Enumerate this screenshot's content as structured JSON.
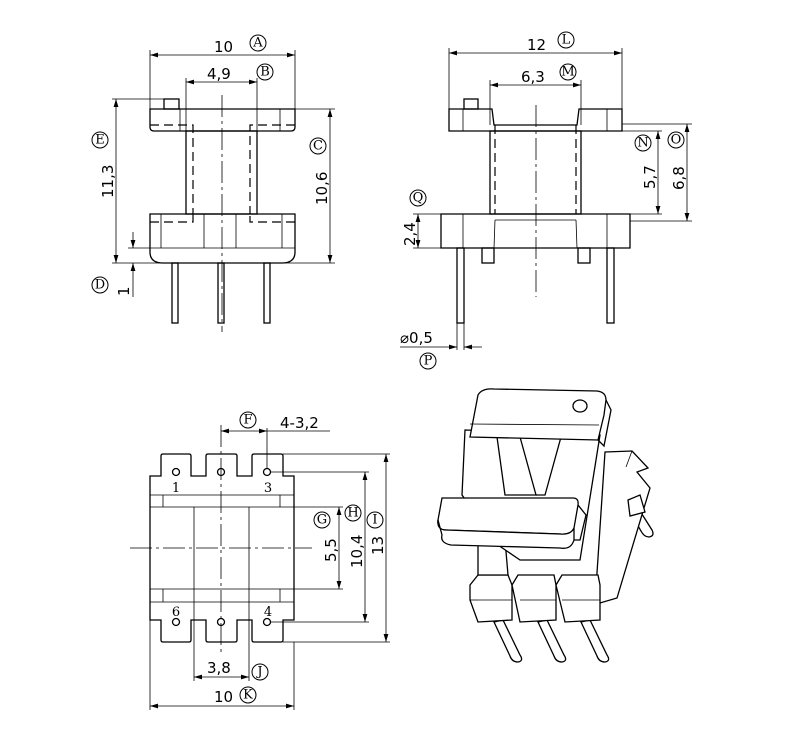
{
  "front_view": {
    "dims": {
      "A": "10",
      "B": "4,9",
      "C": "10,6",
      "D": "1",
      "E": "11,3"
    },
    "markers": {
      "A": "A",
      "B": "B",
      "C": "C",
      "D": "D",
      "E": "E"
    }
  },
  "side_view": {
    "dims": {
      "L": "12",
      "M": "6,3",
      "N": "5,7",
      "O": "6,8",
      "P": "⌀0,5",
      "Q": "2,4"
    },
    "markers": {
      "L": "L",
      "M": "M",
      "N": "N",
      "O": "O",
      "P": "P",
      "Q": "Q"
    }
  },
  "bottom_view": {
    "dims": {
      "F": "4-3,2",
      "G": "5,5",
      "H": "10,4",
      "I": "13",
      "J": "3,8",
      "K": "10"
    },
    "markers": {
      "F": "F",
      "G": "G",
      "H": "H",
      "I": "I",
      "J": "J",
      "K": "K"
    },
    "pins": [
      "1",
      "3",
      "6",
      "4"
    ]
  }
}
